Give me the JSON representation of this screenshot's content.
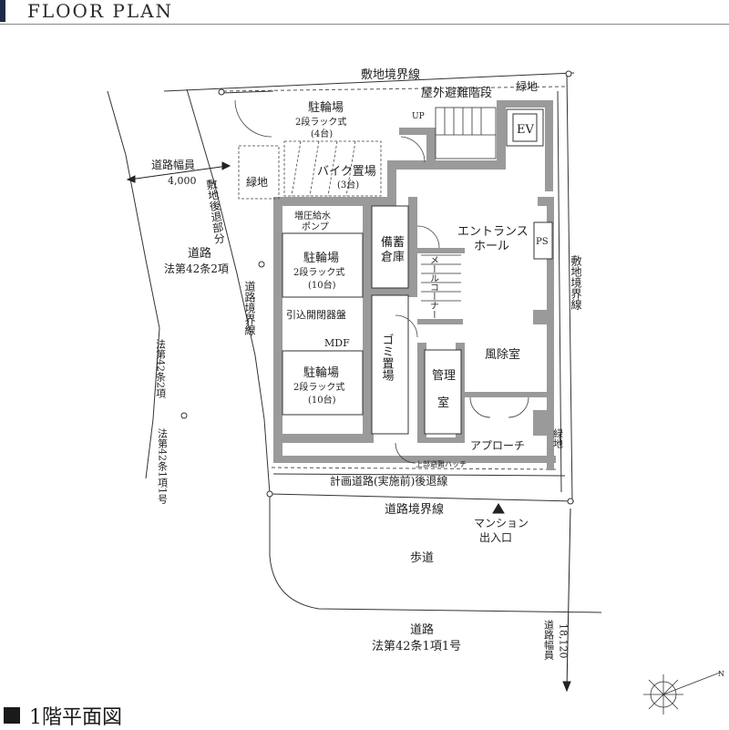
{
  "header": {
    "title": "FLOOR PLAN"
  },
  "footer": {
    "title": "1階平面図"
  },
  "labels": {
    "site_boundary_top": "敷地境界線",
    "outdoor_stairs": "屋外避難階段",
    "green_top": "緑地",
    "up": "UP",
    "ev": "EV",
    "bike_parking_top": "駐輪場",
    "bike_parking_top_type": "2段ラック式",
    "bike_parking_top_count": "(4台)",
    "motorbike": "バイク置場",
    "motorbike_count": "(3台)",
    "road_width_left": "道路幅員",
    "road_width_left_value": "4,000",
    "setback": "敷地後退部分",
    "green_left": "緑地",
    "booster_pump_1": "増圧給水",
    "booster_pump_2": "ポンプ",
    "storage_1": "備蓄",
    "storage_2": "倉庫",
    "entrance_hall_1": "エントランス",
    "entrance_hall_2": "ホール",
    "ps": "PS",
    "road_left": "道路",
    "road_left_law": "法第42条2項",
    "bike_mid": "駐輪場",
    "bike_mid_type": "2段ラック式",
    "bike_mid_count": "(10台)",
    "mail_corner": "メールコーナー",
    "road_boundary_left": "道路境界線",
    "lead_in_switch": "引込開閉器盤",
    "mdf": "MDF",
    "garbage": "ゴミ置場",
    "windbreak": "風除室",
    "site_boundary_right": "敷地境界線",
    "bike_low": "駐輪場",
    "bike_low_type": "2段ラック式",
    "bike_low_count": "(10台)",
    "management_1": "管理",
    "management_2": "室",
    "law_42_2": "法第42条2項",
    "law_42_1_1_side": "法第42条1項1号",
    "approach": "アプローチ",
    "green_right": "緑地",
    "hatch": "上部避難ハッチ",
    "planned_setback": "計画道路(実施前)後退線",
    "road_boundary_bottom": "道路境界線",
    "mansion_1": "マンション",
    "mansion_2": "出入口",
    "sidewalk": "歩道",
    "road_bottom": "道路",
    "road_bottom_law": "法第42条1項1号",
    "road_width_right": "道路幅員",
    "road_width_right_value": "18,120",
    "north": "N"
  }
}
